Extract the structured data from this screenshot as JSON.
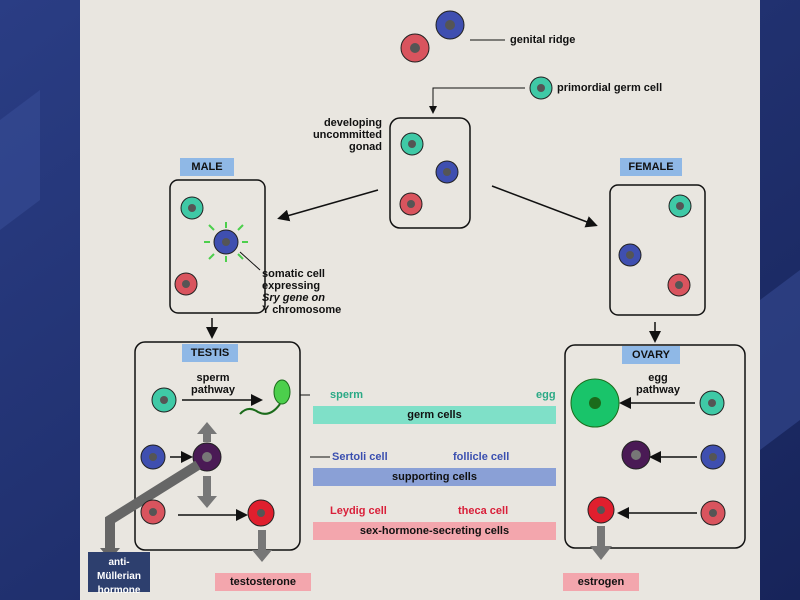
{
  "labels": {
    "genital_ridge": "genital ridge",
    "primordial_germ_cell": "primordial germ cell",
    "developing_gonad": [
      "developing",
      "uncommitted",
      "gonad"
    ],
    "male": "MALE",
    "female": "FEMALE",
    "somatic_cell": [
      "somatic cell",
      "expressing",
      "Sry gene on",
      "Y chromosome"
    ],
    "testis": "TESTIS",
    "ovary": "OVARY",
    "sperm_pathway": [
      "sperm",
      "pathway"
    ],
    "egg_pathway": [
      "egg",
      "pathway"
    ],
    "sperm": "sperm",
    "egg": "egg",
    "germ_cells": "germ cells",
    "sertoli_cell": "Sertoli cell",
    "follicle_cell": "follicle cell",
    "supporting_cells": "supporting cells",
    "leydig_cell": "Leydig cell",
    "theca_cell": "theca cell",
    "sex_hormone": "sex-hormone-secreting cells",
    "anti_mullerian": [
      "anti-Müllerian",
      "hormone"
    ],
    "testosterone": "testosterone",
    "estrogen": "estrogen"
  },
  "colors": {
    "slide_bg": "#1f2f6d",
    "germ_cell": "#3fc9a6",
    "somatic_blue": "#3f4fb0",
    "leydig_red": "#d9545e",
    "sertoli_purple": "#4a1a55",
    "arrow_gray": "#666666"
  }
}
